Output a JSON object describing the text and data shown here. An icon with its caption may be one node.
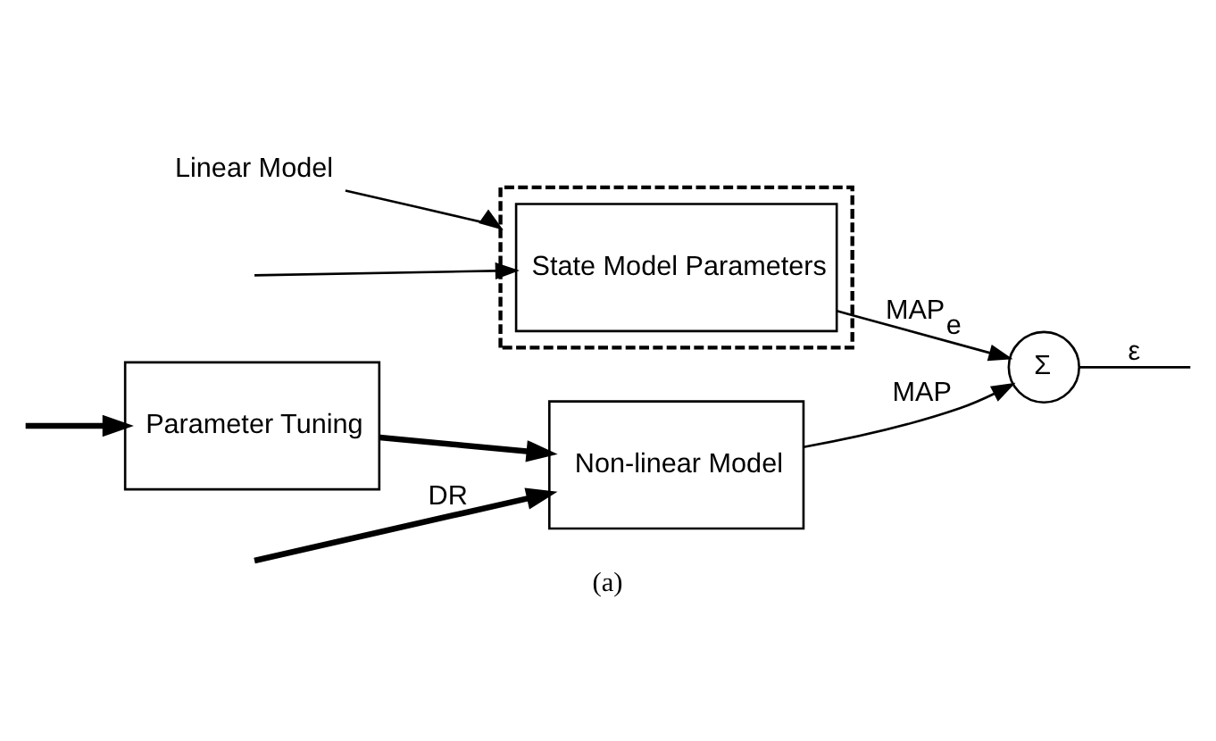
{
  "diagram": {
    "caption": "(a)",
    "nodes": [
      {
        "text": [
          "Non-linear Model"
        ]
      },
      {
        "text": [
          "Σ"
        ]
      },
      {
        "text": [],
        "shape": "box"
      },
      {
        "text": [
          "State Model Parameters"
        ],
        "in": 2
      },
      {
        "text": [
          "Parameter Tuning"
        ]
      },
      {
        "text": [
          "Linear Model"
        ]
      }
    ],
    "edges": [
      {
        "from": null,
        "to": 0,
        "arrow": "to",
        "label": "DR",
        "style": "thick"
      },
      {
        "from": null,
        "to": 3,
        "arrow": "to"
      },
      {
        "from": 0,
        "to": 1,
        "arrow": "to",
        "label": "MAP"
      },
      {
        "from": 3,
        "to": 1,
        "arrow": "to",
        "label": "MAP$_{e}$"
      },
      {
        "from": 1,
        "to": null,
        "arrow": "none",
        "label": "ε"
      },
      {
        "from": null,
        "to": 4,
        "arrow": "to",
        "style": "thick"
      },
      {
        "from": 4,
        "to": 0,
        "arrow": "to",
        "style": "thick"
      },
      {
        "from": 5,
        "to": 2,
        "arrow": "to"
      }
    ]
  }
}
